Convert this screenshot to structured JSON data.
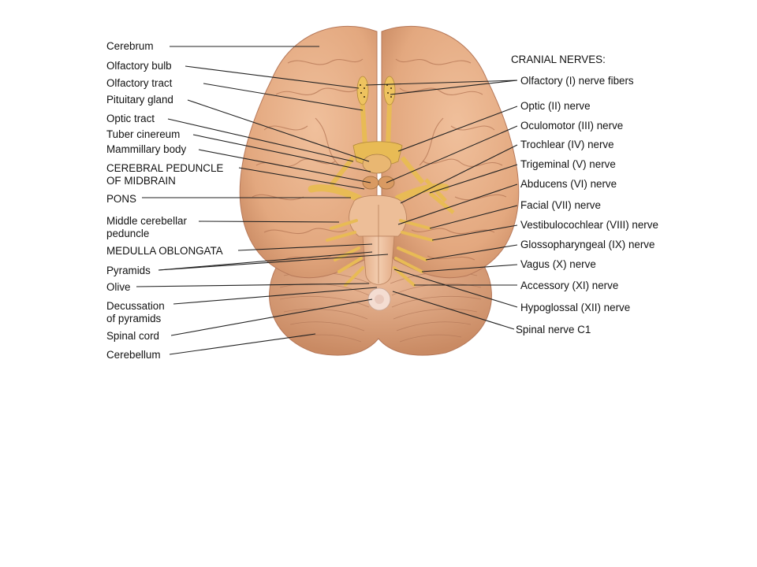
{
  "colors": {
    "brain": "#e6ad85",
    "brain_shadow": "#c98a63",
    "nerve": "#e8bb55",
    "stem": "#edbe98",
    "cord": "#f4ddd2",
    "line": "#222222"
  },
  "left_labels": [
    {
      "id": "cerebrum",
      "lines": [
        "Cerebrum"
      ]
    },
    {
      "id": "olfactory-bulb",
      "lines": [
        "Olfactory bulb"
      ]
    },
    {
      "id": "olfactory-tract",
      "lines": [
        "Olfactory tract"
      ]
    },
    {
      "id": "pituitary-gland",
      "lines": [
        "Pituitary gland"
      ]
    },
    {
      "id": "optic-tract",
      "lines": [
        "Optic tract"
      ]
    },
    {
      "id": "tuber-cinereum",
      "lines": [
        "Tuber cinereum"
      ]
    },
    {
      "id": "mammillary-body",
      "lines": [
        "Mammillary body"
      ]
    },
    {
      "id": "cerebral-peduncle",
      "lines": [
        "CEREBRAL PEDUNCLE",
        "OF MIDBRAIN"
      ]
    },
    {
      "id": "pons",
      "lines": [
        "PONS"
      ]
    },
    {
      "id": "middle-cerebellar-peduncle",
      "lines": [
        "Middle cerebellar",
        "peduncle"
      ]
    },
    {
      "id": "medulla-oblongata",
      "lines": [
        "MEDULLA OBLONGATA"
      ]
    },
    {
      "id": "pyramids",
      "lines": [
        "Pyramids"
      ]
    },
    {
      "id": "olive",
      "lines": [
        "Olive"
      ]
    },
    {
      "id": "decussation",
      "lines": [
        "Decussation",
        "of pyramids"
      ]
    },
    {
      "id": "spinal-cord",
      "lines": [
        "Spinal cord"
      ]
    },
    {
      "id": "cerebellum",
      "lines": [
        "Cerebellum"
      ]
    }
  ],
  "right_header": "CRANIAL NERVES:",
  "right_labels": [
    {
      "id": "olfactory-nerve",
      "text": "Olfactory (I) nerve fibers"
    },
    {
      "id": "optic-nerve",
      "text": "Optic (II) nerve"
    },
    {
      "id": "oculomotor-nerve",
      "text": "Oculomotor (III) nerve"
    },
    {
      "id": "trochlear-nerve",
      "text": "Trochlear (IV) nerve"
    },
    {
      "id": "trigeminal-nerve",
      "text": "Trigeminal (V) nerve"
    },
    {
      "id": "abducens-nerve",
      "text": "Abducens (VI) nerve"
    },
    {
      "id": "facial-nerve",
      "text": "Facial (VII) nerve"
    },
    {
      "id": "vestibulocochlear-nerve",
      "text": "Vestibulocochlear (VIII) nerve"
    },
    {
      "id": "glossopharyngeal-nerve",
      "text": "Glossopharyngeal (IX) nerve"
    },
    {
      "id": "vagus-nerve",
      "text": "Vagus (X) nerve"
    },
    {
      "id": "accessory-nerve",
      "text": "Accessory (XI) nerve"
    },
    {
      "id": "hypoglossal-nerve",
      "text": "Hypoglossal (XII) nerve"
    },
    {
      "id": "spinal-nerve-c1",
      "text": "Spinal nerve C1"
    }
  ]
}
